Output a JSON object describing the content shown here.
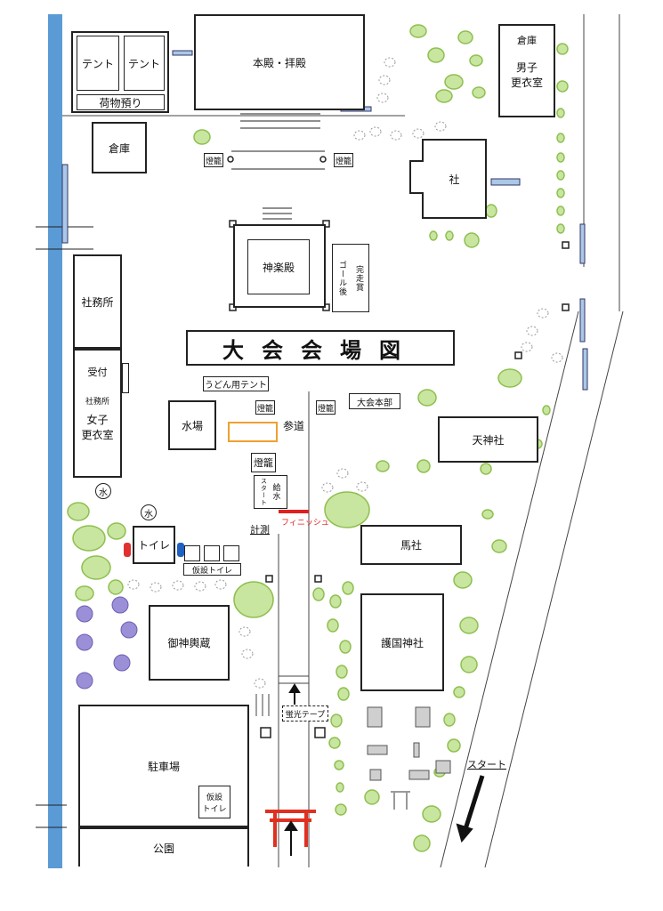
{
  "title": "大会会場図",
  "labels": {
    "tent1": "テント",
    "tent2": "テント",
    "baggage": "荷物預り",
    "honden": "本殿・拝殿",
    "storehouse_left": "倉庫",
    "storehouse_right": "倉庫",
    "mens_room": "男子\n更衣室",
    "yashiro": "社",
    "kagura": "神楽殿",
    "after_goal": "ゴール後",
    "completion_award": "完走賞",
    "shamusho": "社務所",
    "uketsuke": "受付",
    "shamusho2": "社務所",
    "womens_room": "女子\n更衣室",
    "udon_tent": "うどん用テント",
    "mizuba": "水場",
    "sando": "参道",
    "hq": "大会本部",
    "tenjin": "天神社",
    "start_vertical": "スタート",
    "water_station": "給水",
    "finish": "フィニッシュ",
    "timing": "計測",
    "toilet": "トイレ",
    "temp_toilet": "仮設トイレ",
    "water_mark1": "水",
    "water_mark2": "水",
    "basha": "馬社",
    "mikoshi": "御神輿蔵",
    "gokoku": "護国神社",
    "tape": "蛍光テープ",
    "parking": "駐車場",
    "temp_toilet2": "仮設\nトイレ",
    "park": "公園",
    "start": "スタート",
    "lantern": "燈籠"
  },
  "colors": {
    "river": "#5b9bd5",
    "tree": "#c8e6a0",
    "tree_stroke": "#8fbf4f",
    "finish_line": "#e02020",
    "orange_area": "#f0a030",
    "torii": "#e03020",
    "hydrangea": "#9b8fd8"
  }
}
